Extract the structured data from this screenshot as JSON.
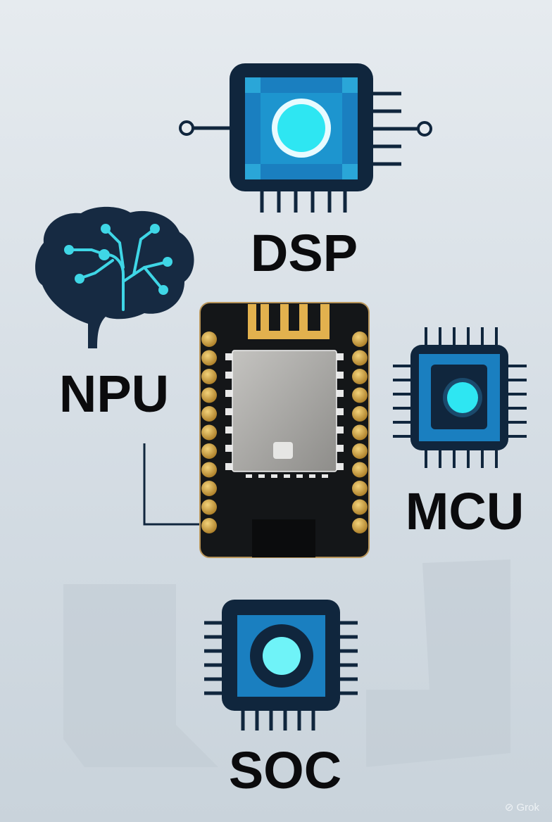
{
  "labels": {
    "dsp": "DSP",
    "npu": "NPU",
    "mcu": "MCU",
    "soc": "SOC"
  },
  "watermark": "Grok",
  "colors": {
    "navy": "#10263d",
    "blue": "#1a7fc0",
    "cyan": "#2ee6f2",
    "gold": "#d4a43c",
    "board": "#141618"
  }
}
